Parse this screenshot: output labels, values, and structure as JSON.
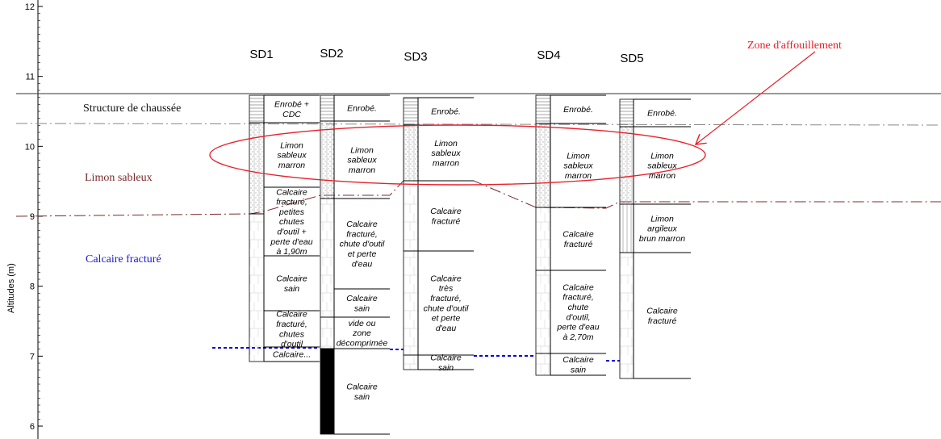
{
  "axis": {
    "label": "Altitudes (m)",
    "ticks": [
      "12",
      "11",
      "10",
      "9",
      "8",
      "7",
      "6"
    ],
    "range": [
      6,
      12
    ]
  },
  "zone_label": "Zone d'affouillement",
  "left_labels": {
    "structure": "Structure de chaussée",
    "limon": "Limon sableux",
    "calcaire": "Calcaire fracturé"
  },
  "colors": {
    "zone": "#e8202a",
    "limon": "#7a2a2a",
    "calcaire": "#1a1acc",
    "water": "#0000dd"
  },
  "boreholes": [
    {
      "name": "SD1",
      "layers": [
        [
          "Enrobé +",
          "CDC"
        ],
        [
          "Limon",
          "sableux",
          "marron"
        ],
        [
          "Calcaire",
          "fracturé,",
          "petites",
          "chutes",
          "d'outil +",
          "perte d'eau",
          "à 1,90m"
        ],
        [
          "Calcaire",
          "sain"
        ],
        [
          "Calcaire",
          "fracturé,",
          "chutes",
          "d'outil"
        ],
        [
          "Calcaire..."
        ]
      ]
    },
    {
      "name": "SD2",
      "layers": [
        [
          "Enrobé."
        ],
        [
          "Limon",
          "sableux",
          "marron"
        ],
        [
          "Calcaire",
          "fracturé,",
          "chute d'outil",
          "et perte",
          "d'eau"
        ],
        [
          "Calcaire",
          "sain"
        ],
        [
          "vide ou",
          "zone",
          "décomprimée"
        ],
        [
          "Calcaire",
          "sain"
        ]
      ]
    },
    {
      "name": "SD3",
      "layers": [
        [
          "Enrobé."
        ],
        [
          "Limon",
          "sableux",
          "marron"
        ],
        [
          "Calcaire",
          "fracturé"
        ],
        [
          "Calcaire",
          "très",
          "fracturé,",
          "chute d'outil",
          "et perte",
          "d'eau"
        ],
        [
          "Calcaire",
          "sain"
        ]
      ]
    },
    {
      "name": "SD4",
      "layers": [
        [
          "Enrobé."
        ],
        [
          "Limon",
          "sableux",
          "marron"
        ],
        [
          "Calcaire",
          "fracturé"
        ],
        [
          "Calcaire",
          "fracturé,",
          "chute",
          "d'outil,",
          "perte d'eau",
          "à 2,70m"
        ],
        [
          "Calcaire",
          "sain"
        ]
      ]
    },
    {
      "name": "SD5",
      "layers": [
        [
          "Enrobé."
        ],
        [
          "Limon",
          "sableux",
          "marron"
        ],
        [
          "Limon",
          "argileux",
          "brun marron"
        ],
        [
          "Calcaire",
          "fracturé"
        ]
      ]
    }
  ]
}
